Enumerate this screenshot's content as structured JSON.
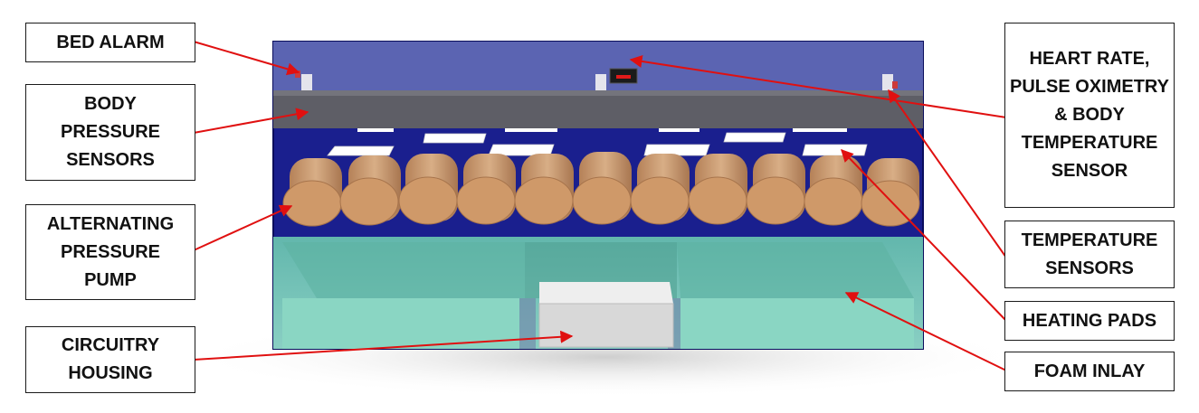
{
  "labels": {
    "bed_alarm": "BED ALARM",
    "body_pressure_sensors": "BODY PRESSURE SENSORS",
    "alternating_pressure_pump": "ALTERNATING PRESSURE PUMP",
    "circuitry_housing": "CIRCUITRY HOUSING",
    "heart_rate_sensor": "HEART RATE, PULSE OXIMETRY & BODY TEMPERATURE SENSOR",
    "temperature_sensors": "TEMPERATURE SENSORS",
    "heating_pads": "HEATING PADS",
    "foam_inlay": "FOAM INLAY"
  },
  "colors": {
    "frame_blue": "#1a1f8e",
    "lid_blue": "#5f68b4",
    "pressure_plate": "#5e5e66",
    "cylinder": "#d2a074",
    "foam": "#80d1bd",
    "housing": "#d8d8d8",
    "pointer_red": "#e01010"
  }
}
